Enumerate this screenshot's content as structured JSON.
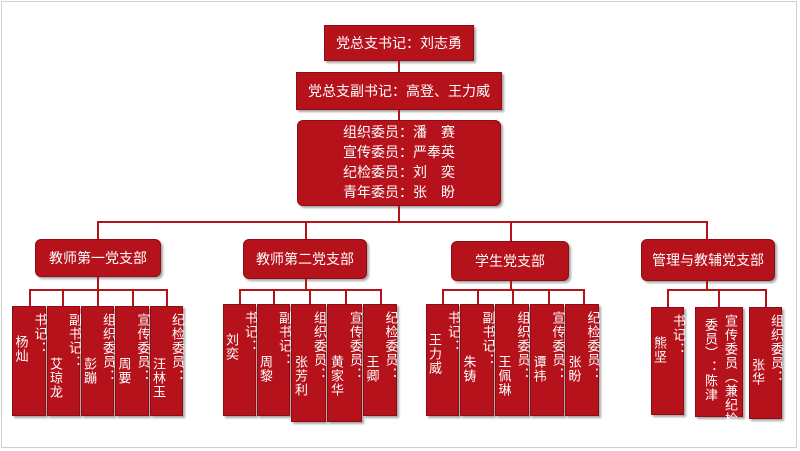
{
  "colors": {
    "box_fill": "#b5121b",
    "line": "#b5121b",
    "text": "#ffffff"
  },
  "top": {
    "secretary": "党总支书记：刘志勇",
    "deputy": "党总支副书记：高登、王力威",
    "committee": [
      "组织委员：潘　赛",
      "宣传委员：严奉英",
      "纪检委员：刘　奕",
      "青年委员：张　盼"
    ]
  },
  "branches": [
    {
      "name": "教师第一党支部",
      "members": [
        {
          "role": "书记：",
          "person": "杨灿"
        },
        {
          "role": "副书记：",
          "person": "艾琼龙"
        },
        {
          "role": "组织委员：",
          "person": "彭蹦"
        },
        {
          "role": "宣传委员：",
          "person": "周要"
        },
        {
          "role": "纪检委员：",
          "person": "汪林玉"
        }
      ]
    },
    {
      "name": "教师第二党支部",
      "members": [
        {
          "role": "书记：",
          "person": "刘奕"
        },
        {
          "role": "副书记：",
          "person": "周黎"
        },
        {
          "role": "组织委员：",
          "person": "张芳利"
        },
        {
          "role": "宣传委员：",
          "person": "黄家华"
        },
        {
          "role": "纪检委员：",
          "person": "王卿"
        }
      ]
    },
    {
      "name": "学生党支部",
      "members": [
        {
          "role": "书记：",
          "person": "王力威"
        },
        {
          "role": "副书记：",
          "person": "朱铸"
        },
        {
          "role": "组织委员：",
          "person": "王佩琳"
        },
        {
          "role": "宣传委员：",
          "person": "谭祎"
        },
        {
          "role": "纪检委员：",
          "person": "张盼"
        }
      ]
    },
    {
      "name": "管理与教辅党支部",
      "members": [
        {
          "role": "书记：",
          "person": "熊坚"
        },
        {
          "role": "宣传委员（兼纪检",
          "person": "委员）：陈津"
        },
        {
          "role": "组织委员：",
          "person": "张华"
        }
      ]
    }
  ]
}
